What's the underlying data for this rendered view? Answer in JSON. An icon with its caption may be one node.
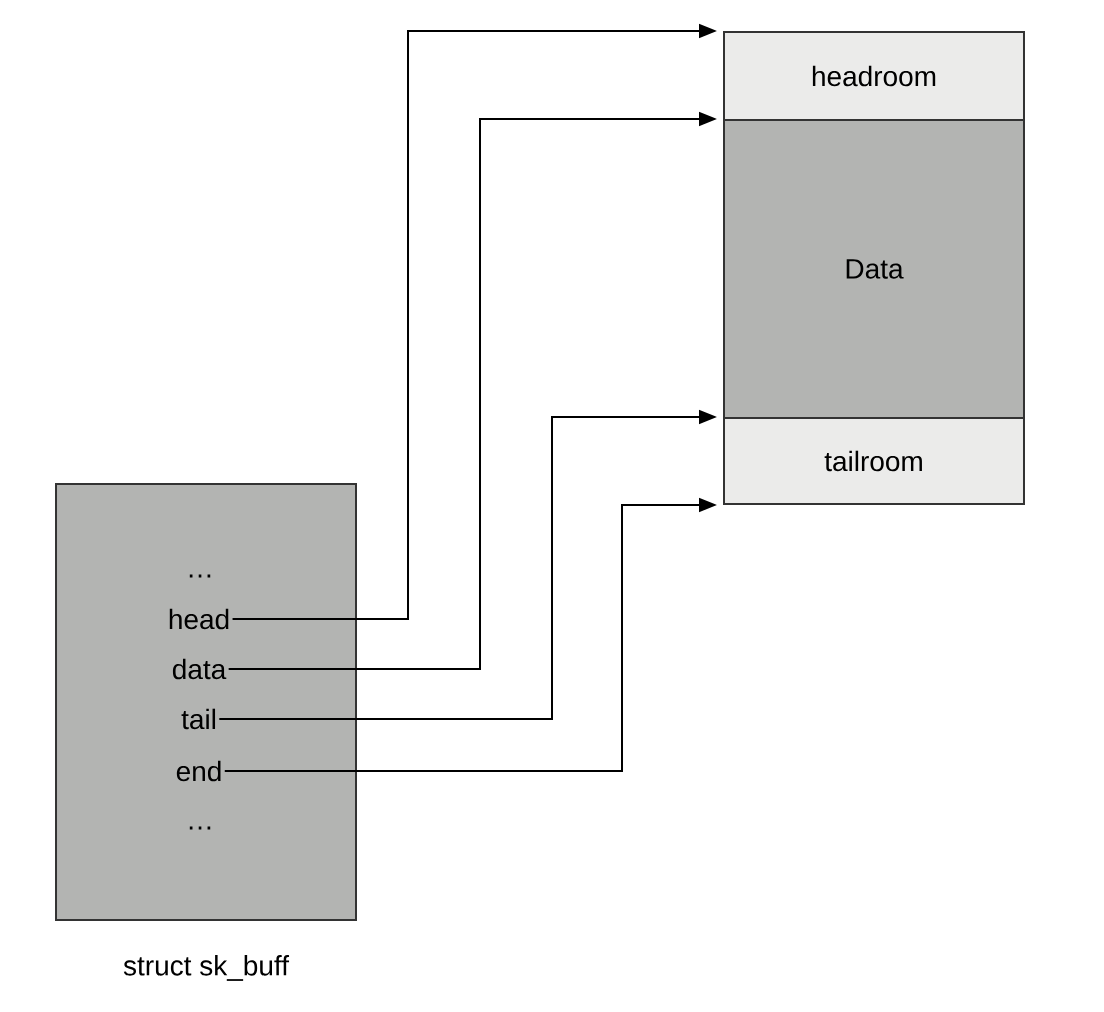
{
  "diagram": {
    "nodes": [
      {
        "text": [],
        "shape": "box",
        "beside": [
          "struct sk_buff"
        ]
      },
      {
        "text": [
          "head"
        ],
        "in": 0
      },
      {
        "text": [
          "data"
        ],
        "in": 0
      },
      {
        "text": [
          "tail"
        ],
        "in": 0
      },
      {
        "text": [
          "end"
        ],
        "in": 0
      },
      {
        "text": [
          "headroom"
        ]
      },
      {
        "text": [
          "Data"
        ]
      },
      {
        "text": [
          "tailroom"
        ]
      }
    ],
    "edges": [
      {
        "from": 1,
        "to": 5,
        "arrow": "to"
      },
      {
        "from": 2,
        "to": 6,
        "arrow": "to"
      },
      {
        "from": 3,
        "to": 7,
        "arrow": "to"
      },
      {
        "from": 4,
        "to": 7,
        "arrow": "to"
      }
    ],
    "labels": [
      "…",
      "…"
    ]
  }
}
